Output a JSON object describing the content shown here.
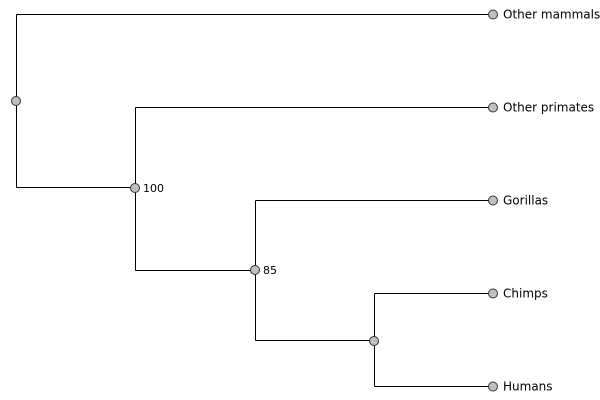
{
  "colors": {
    "node_fill": "#c0c0c0",
    "node_stroke": "#333333",
    "branch": "#000000"
  },
  "tree": {
    "tips": [
      {
        "label": "Other mammals"
      },
      {
        "label": "Other primates"
      },
      {
        "label": "Gorillas"
      },
      {
        "label": "Chimps"
      },
      {
        "label": "Humans"
      }
    ],
    "internal_nodes": [
      {
        "id": "root",
        "support": ""
      },
      {
        "id": "primates",
        "support": "100"
      },
      {
        "id": "african-apes",
        "support": "85"
      },
      {
        "id": "chimp-human",
        "support": ""
      }
    ]
  }
}
